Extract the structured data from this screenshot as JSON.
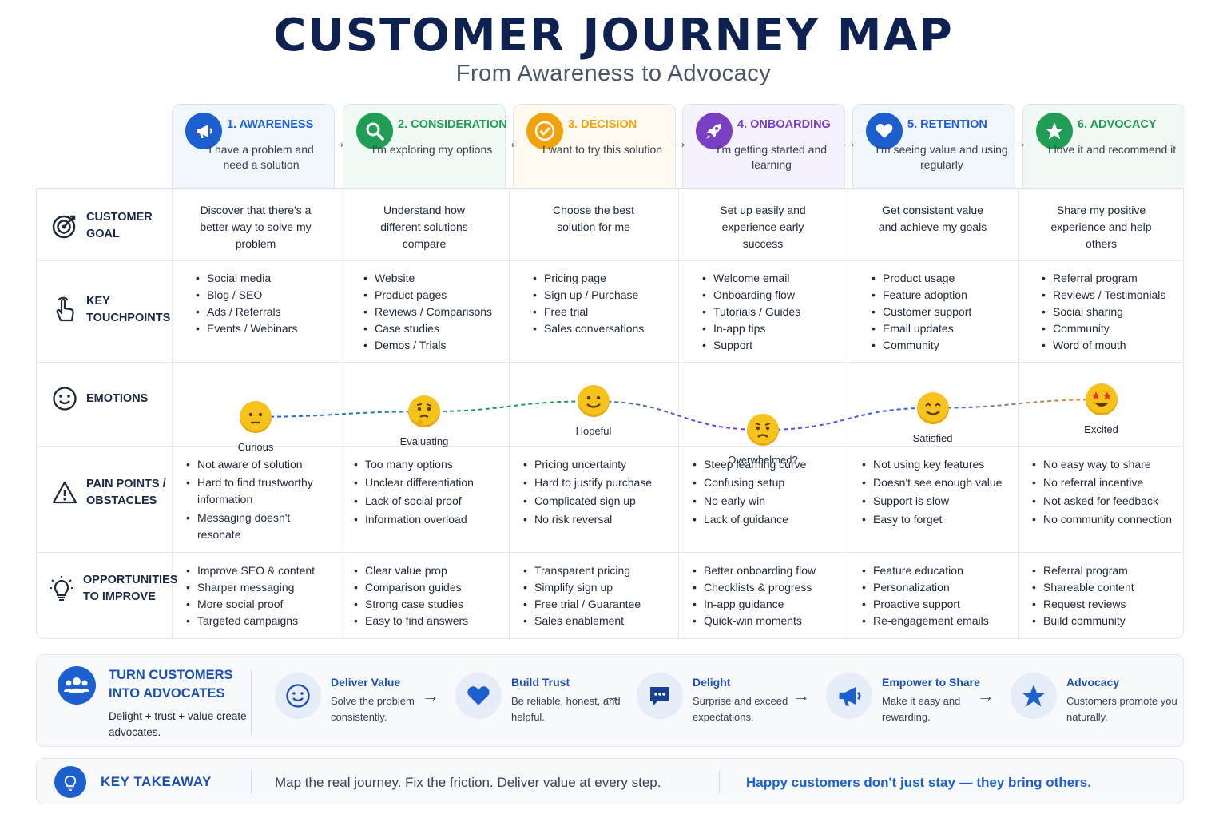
{
  "header": {
    "title": "CUSTOMER JOURNEY MAP",
    "subtitle": "From Awareness to Advocacy"
  },
  "stages": [
    {
      "title": "1. AWARENESS",
      "desc": "I have a problem and need a solution",
      "color": "#1e5fcf",
      "icon": "megaphone-icon"
    },
    {
      "title": "2. CONSIDERATION",
      "desc": "I'm exploring my options",
      "color": "#1f9d55",
      "icon": "search-icon"
    },
    {
      "title": "3. DECISION",
      "desc": "I want to try this solution",
      "color": "#f0a30a",
      "icon": "check-circle-icon"
    },
    {
      "title": "4. ONBOARDING",
      "desc": "I'm getting started and learning",
      "color": "#7b3fc4",
      "icon": "rocket-icon"
    },
    {
      "title": "5. RETENTION",
      "desc": "I'm seeing value and using regularly",
      "color": "#1e5fcf",
      "icon": "heart-icon"
    },
    {
      "title": "6. ADVOCACY",
      "desc": "I love it and recommend it",
      "color": "#1f9d55",
      "icon": "star-icon"
    }
  ],
  "rows": {
    "goal": {
      "label": "CUSTOMER GOAL",
      "cells": [
        "Discover that there's a better way to solve my problem",
        "Understand how different solutions compare",
        "Choose the best solution for me",
        "Set up easily and experience early success",
        "Get consistent value and achieve my goals",
        "Share my positive experience and help others"
      ]
    },
    "touchpoints": {
      "label": "KEY TOUCHPOINTS",
      "cells": [
        [
          "Social media",
          "Blog / SEO",
          "Ads / Referrals",
          "Events / Webinars"
        ],
        [
          "Website",
          "Product pages",
          "Reviews / Comparisons",
          "Case studies",
          "Demos / Trials"
        ],
        [
          "Pricing page",
          "Sign up / Purchase",
          "Free trial",
          "Sales conversations"
        ],
        [
          "Welcome email",
          "Onboarding flow",
          "Tutorials / Guides",
          "In-app tips",
          "Support"
        ],
        [
          "Product usage",
          "Feature adoption",
          "Customer support",
          "Email updates",
          "Community"
        ],
        [
          "Referral program",
          "Reviews / Testimonials",
          "Social sharing",
          "Community",
          "Word of mouth"
        ]
      ]
    },
    "emotions": {
      "label": "EMOTIONS",
      "items": [
        {
          "label": "Curious",
          "face": "neutral-face-icon",
          "level": 0.45
        },
        {
          "label": "Evaluating",
          "face": "thinking-face-icon",
          "level": 0.55
        },
        {
          "label": "Hopeful",
          "face": "smiling-face-icon",
          "level": 0.75
        },
        {
          "label": "Overwhelmed?",
          "face": "worried-face-icon",
          "level": 0.2
        },
        {
          "label": "Satisfied",
          "face": "content-face-icon",
          "level": 0.62
        },
        {
          "label": "Excited",
          "face": "star-eyes-face-icon",
          "level": 0.78
        }
      ]
    },
    "pain": {
      "label": "PAIN POINTS / OBSTACLES",
      "cells": [
        [
          "Not aware of solution",
          "Hard to find trustworthy information",
          "Messaging doesn't resonate"
        ],
        [
          "Too many options",
          "Unclear differentiation",
          "Lack of social proof",
          "Information overload"
        ],
        [
          "Pricing uncertainty",
          "Hard to justify purchase",
          "Complicated sign up",
          "No risk reversal"
        ],
        [
          "Steep learning curve",
          "Confusing setup",
          "No early win",
          "Lack of guidance"
        ],
        [
          "Not using key features",
          "Doesn't see enough value",
          "Support is slow",
          "Easy to forget"
        ],
        [
          "No easy way to share",
          "No referral incentive",
          "Not asked for feedback",
          "No community connection"
        ]
      ]
    },
    "opportunities": {
      "label": "OPPORTUNITIES TO IMPROVE",
      "cells": [
        [
          "Improve SEO & content",
          "Sharper messaging",
          "More social proof",
          "Targeted campaigns"
        ],
        [
          "Clear value prop",
          "Comparison guides",
          "Strong case studies",
          "Easy to find answers"
        ],
        [
          "Transparent pricing",
          "Simplify sign up",
          "Free trial / Guarantee",
          "Sales enablement"
        ],
        [
          "Better onboarding flow",
          "Checklists & progress",
          "In-app guidance",
          "Quick-win moments"
        ],
        [
          "Feature education",
          "Personalization",
          "Proactive support",
          "Re-engagement emails"
        ],
        [
          "Referral program",
          "Shareable content",
          "Request reviews",
          "Build community"
        ]
      ]
    }
  },
  "advocates": {
    "title": "TURN CUSTOMERS INTO ADVOCATES",
    "subtitle": "Delight + trust + value create advocates.",
    "steps": [
      {
        "title": "Deliver Value",
        "desc": "Solve the problem consistently.",
        "icon": "smile-icon"
      },
      {
        "title": "Build Trust",
        "desc": "Be reliable, honest, and helpful.",
        "icon": "heart-icon"
      },
      {
        "title": "Delight",
        "desc": "Surprise and exceed expectations.",
        "icon": "chat-bubble-icon"
      },
      {
        "title": "Empower to Share",
        "desc": "Make it easy and rewarding.",
        "icon": "megaphone-icon"
      },
      {
        "title": "Advocacy",
        "desc": "Customers promote you naturally.",
        "icon": "star-icon"
      }
    ]
  },
  "takeaway": {
    "title": "KEY TAKEAWAY",
    "message": "Map the real journey. Fix the friction. Deliver value at every step.",
    "quote": "Happy customers don't just stay — they bring others."
  }
}
